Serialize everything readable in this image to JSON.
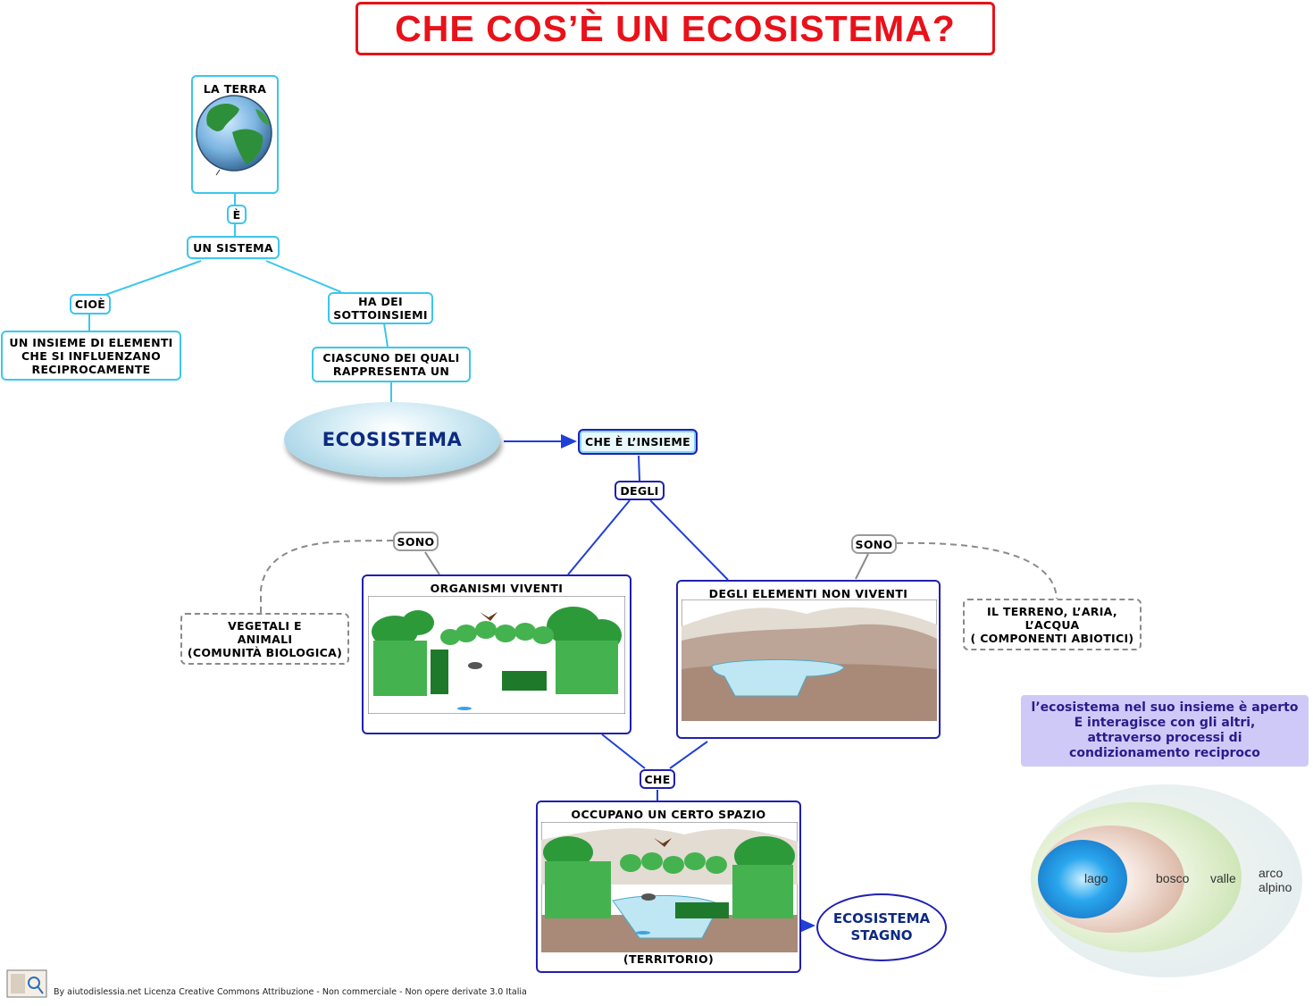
{
  "title": "CHE COS’È  UN ECOSISTEMA?",
  "nodes": {
    "la_terra": "LA TERRA",
    "e": "È",
    "un_sistema": "UN SISTEMA",
    "cioe": "CIOÈ",
    "insieme_elementi": [
      "UN INSIEME DI ELEMENTI",
      "CHE SI INFLUENZANO",
      "RECIPROCAMENTE"
    ],
    "ha_dei": [
      "HA DEI",
      "SOTTOINSIEMI"
    ],
    "ciascuno": [
      "CIASCUNO DEI QUALI",
      "RAPPRESENTA UN"
    ],
    "ecosistema": "ECOSISTEMA",
    "che_e_insieme": "CHE È L’INSIEME",
    "degli": "DEGLI",
    "sono_left": "SONO",
    "sono_right": "SONO",
    "vegetali": [
      "VEGETALI E",
      "ANIMALI",
      "(COMUNITÀ BIOLOGICA)"
    ],
    "organismi": "ORGANISMI  VIVENTI",
    "non_viventi": "DEGLI ELEMENTI NON VIVENTI",
    "terreno": [
      "IL TERRENO, L’ARIA,",
      "L’ACQUA",
      "( COMPONENTI ABIOTICI)"
    ],
    "che": "CHE",
    "occupano": "OCCUPANO UN CERTO SPAZIO",
    "territorio": "(TERRITORIO)",
    "stagno": [
      "ECOSISTEMA",
      "STAGNO"
    ]
  },
  "note": [
    "l’ecosistema nel suo insieme è aperto",
    "E interagisce con gli altri,",
    "attraverso processi di",
    "condizionamento reciproco"
  ],
  "venn": {
    "lago": "lago",
    "bosco": "bosco",
    "valle": "valle",
    "arco": [
      "arco",
      "alpino"
    ]
  },
  "footer": "By aiutodislessia.net Licenza Creative Commons Attribuzione - Non commerciale - Non opere derivate 3.0 Italia",
  "colors": {
    "title": "#e8121a",
    "cyan_border": "#3cc6ec",
    "navy_border": "#2020b0",
    "arrow": "#1f3fd6",
    "note_bg": "#cfc9f7"
  },
  "icons": [
    "globe-icon",
    "logo-icon"
  ]
}
